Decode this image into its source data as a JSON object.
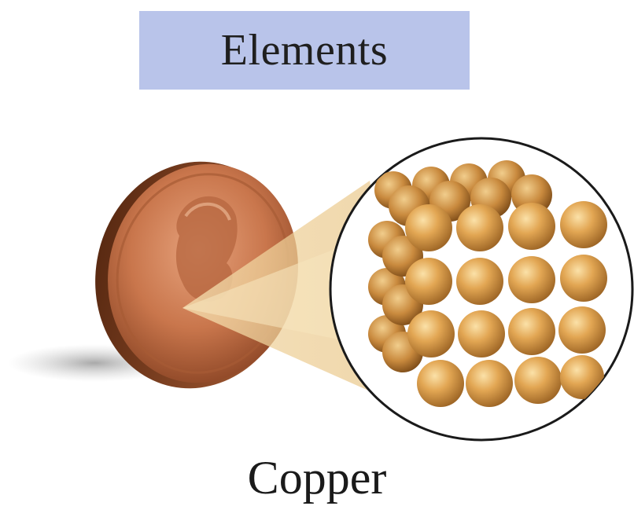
{
  "title": "Elements",
  "caption": "Copper",
  "colors": {
    "title_box": "#b9c4ea",
    "copper": "#b8643f",
    "atom": "#e2a653"
  },
  "icons": {
    "coin": "penny-coin-illustration",
    "lattice": "copper-atom-lattice-cube"
  }
}
